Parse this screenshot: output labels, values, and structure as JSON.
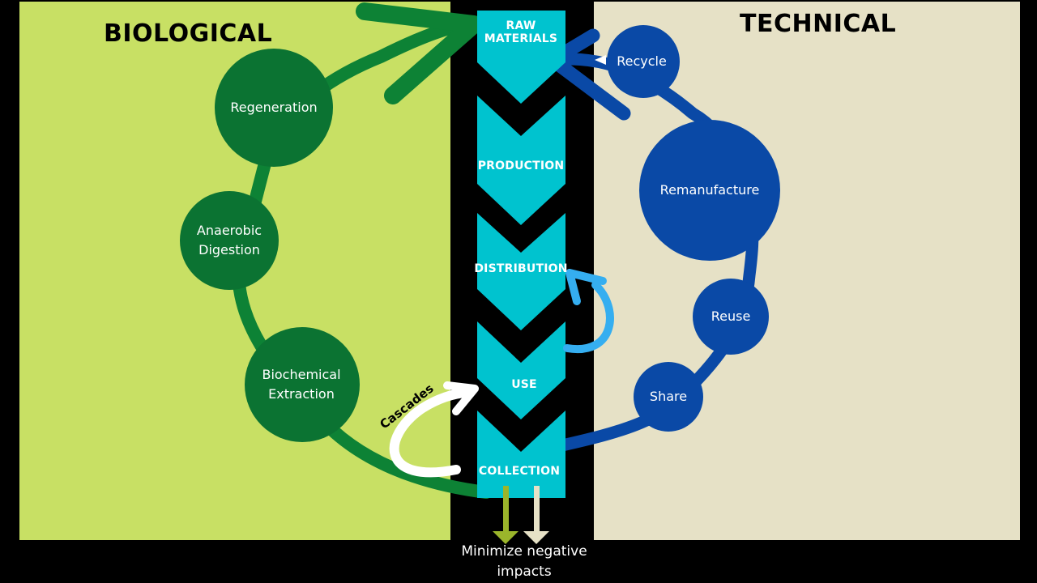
{
  "headings": {
    "biological": "BIOLOGICAL",
    "technical": "TECHNICAL"
  },
  "biological_nodes": [
    "Regeneration",
    "Anaerobic\nDigestion",
    "Biochemical\nExtraction"
  ],
  "technical_nodes": [
    "Recycle",
    "Remanufacture",
    "Reuse",
    "Share"
  ],
  "stages": [
    "RAW\nMATERIALS",
    "PRODUCTION",
    "DISTRIBUTION",
    "USE",
    "COLLECTION"
  ],
  "cascades_label": "Cascades",
  "footer": "Minimize negative impacts",
  "colors": {
    "biological_bg": "#c8e064",
    "technical_bg": "#e6e1c6",
    "biological_node": "#0b7332",
    "biological_flow": "#0d8235",
    "technical_node": "#0a49a6",
    "stage_fill": "#00c3cf",
    "distribution_arrow": "#35aef0",
    "cascade_arrow": "#ffffff",
    "bio_output_arrow": "#9bb52b",
    "tech_output_arrow": "#e6e1c6"
  }
}
